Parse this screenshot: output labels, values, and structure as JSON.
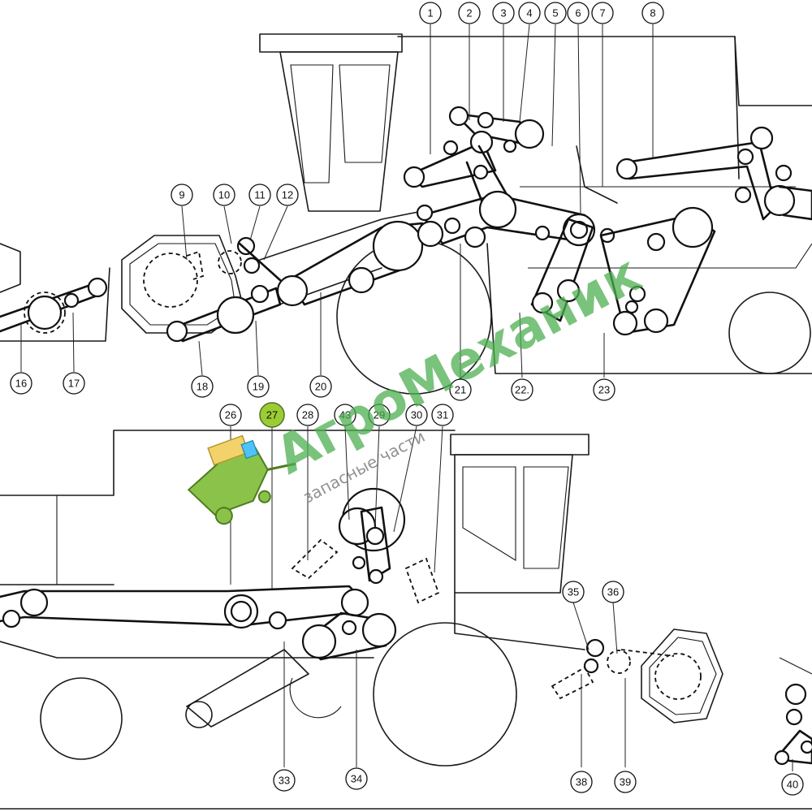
{
  "diagram": {
    "callouts": [
      "1",
      "2",
      "3",
      "4",
      "5",
      "6",
      "7",
      "8",
      "9",
      "10",
      "11",
      "12",
      "16",
      "17",
      "18",
      "19",
      "20",
      "21",
      "22.",
      "23",
      "26",
      "27",
      "28",
      "43",
      "29",
      "30",
      "31",
      "33",
      "34",
      "35",
      "36",
      "38",
      "39",
      "40"
    ],
    "highlighted_callout": "27",
    "colors": {
      "line": "#111111",
      "highlight": "#9acd32",
      "watermark": "#4caf50"
    }
  },
  "watermark": {
    "brand": "АгроМеханик",
    "tagline": "запасные части",
    "icon": "combine-harvester-logo-icon"
  }
}
